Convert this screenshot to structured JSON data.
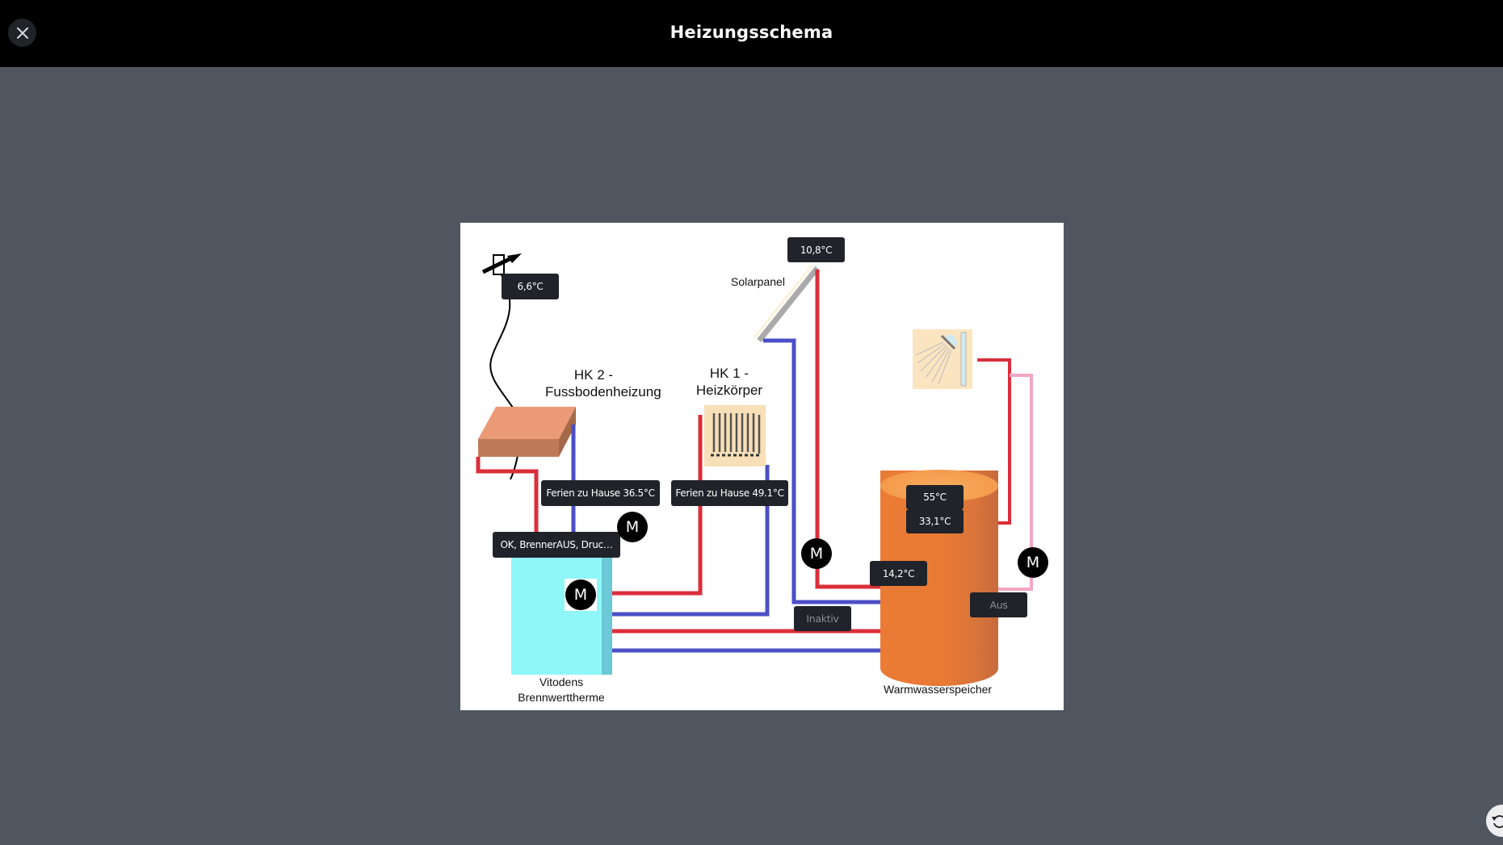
{
  "header": {
    "title": "Heizungsschema",
    "close_icon": "close-icon",
    "rotate_icon": "rotate-icon"
  },
  "colors": {
    "supply_pipe": "#db2e3a",
    "return_pipe": "#4b4fc7",
    "dhw_circulation_pipe": "#f3a6c4",
    "boiler": "#8ff7f8",
    "tank": "#e97a34",
    "tag_background": "#202329",
    "backdrop": "#4f5660"
  },
  "diagram": {
    "outdoor_sensor": {
      "value": "6,6°C",
      "icon": "outdoor-temperature-sensor-icon"
    },
    "solar": {
      "label": "Solarpanel",
      "value": "10,8°C",
      "pump_label": "M",
      "status": "Inaktiv"
    },
    "hk2": {
      "title_line1": "HK 2 -",
      "title_line2": "Fussbodenheizung",
      "status": "Ferien zu Hause 36.5°C",
      "pump_label": "M"
    },
    "hk1": {
      "title_line1": "HK 1 -",
      "title_line2": "Heizkörper",
      "status": "Ferien zu Hause 49.1°C"
    },
    "boiler": {
      "label_line1": "Vitodens",
      "label_line2": "Brennwerttherme",
      "status": "OK, BrennerAUS, Druc…",
      "pump_label": "M"
    },
    "tank": {
      "label": "Warmwasserspeicher",
      "setpoint": "55°C",
      "top_temp": "33,1°C",
      "solar_temp": "14,2°C"
    },
    "circulation": {
      "pump_label": "M",
      "status": "Aus",
      "icon": "shower-icon"
    }
  }
}
